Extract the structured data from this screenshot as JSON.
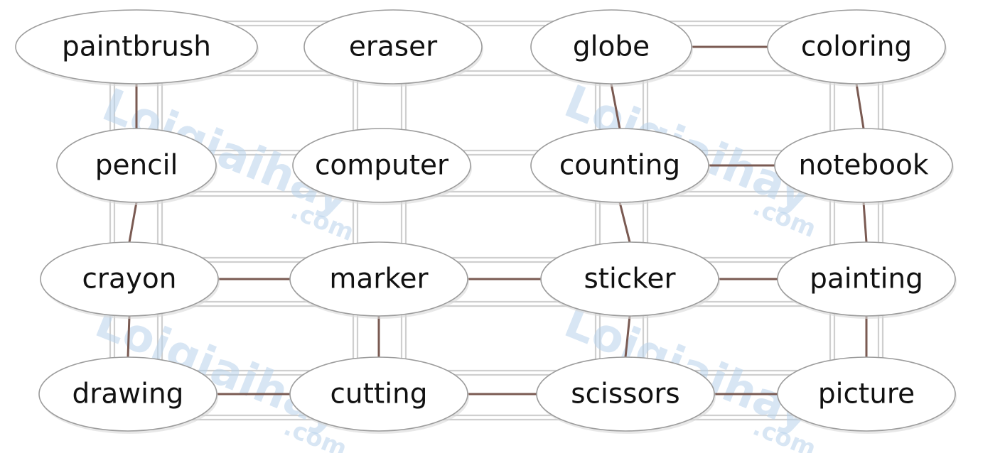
{
  "words": [
    [
      "paintbrush",
      "eraser",
      "globe",
      "coloring"
    ],
    [
      "pencil",
      "computer",
      "counting",
      "notebook"
    ],
    [
      "crayon",
      "marker",
      "sticker",
      "painting"
    ],
    [
      "drawing",
      "cutting",
      "scissors",
      "picture"
    ]
  ],
  "path": [
    [
      "paintbrush",
      "pencil"
    ],
    [
      "pencil",
      "crayon"
    ],
    [
      "crayon",
      "marker"
    ],
    [
      "marker",
      "cutting"
    ],
    [
      "crayon",
      "drawing"
    ],
    [
      "drawing",
      "cutting"
    ],
    [
      "cutting",
      "scissors"
    ],
    [
      "scissors",
      "sticker"
    ],
    [
      "scissors",
      "picture"
    ],
    [
      "marker",
      "sticker"
    ],
    [
      "sticker",
      "counting"
    ],
    [
      "sticker",
      "painting"
    ],
    [
      "counting",
      "globe"
    ],
    [
      "counting",
      "notebook"
    ],
    [
      "globe",
      "coloring"
    ],
    [
      "coloring",
      "notebook"
    ],
    [
      "notebook",
      "painting"
    ],
    [
      "painting",
      "picture"
    ]
  ],
  "watermark": {
    "main": "Loigiaihay",
    "sub": ".com"
  },
  "colors": {
    "connector": "#7a5a52",
    "grid": "#cfcfcf",
    "ellipse_stroke": "#9c9c9c",
    "watermark": "#b9d3ec"
  }
}
